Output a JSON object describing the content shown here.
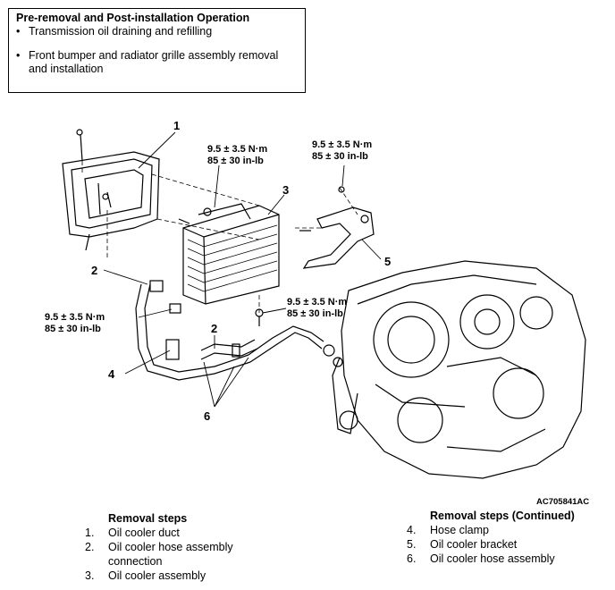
{
  "operation_box": {
    "title": "Pre-removal and Post-installation Operation",
    "items": [
      "Transmission oil draining and refilling",
      "Front bumper and radiator grille assembly removal and installation"
    ]
  },
  "torque": {
    "line1": "9.5 ± 3.5 N·m",
    "line2": "85 ± 30 in-lb"
  },
  "callouts": [
    "1",
    "2",
    "3",
    "4",
    "5",
    "6"
  ],
  "figure_code": "AC705841AC",
  "removal_steps": {
    "heading": "Removal steps",
    "items": [
      {
        "num": "1.",
        "text": "Oil cooler duct"
      },
      {
        "num": "2.",
        "text": "Oil cooler hose assembly connection"
      },
      {
        "num": "3.",
        "text": "Oil cooler assembly"
      }
    ]
  },
  "removal_steps_continued": {
    "heading": "Removal steps (Continued)",
    "items": [
      {
        "num": "4.",
        "text": "Hose clamp"
      },
      {
        "num": "5.",
        "text": "Oil cooler bracket"
      },
      {
        "num": "6.",
        "text": "Oil cooler hose assembly"
      }
    ]
  }
}
